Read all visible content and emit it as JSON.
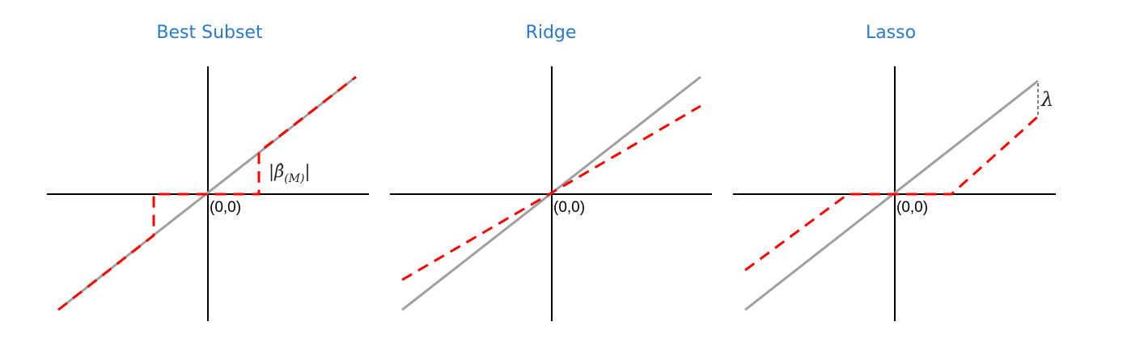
{
  "panels": [
    {
      "title": "Best Subset",
      "origin_label": "(0,0)",
      "annotation": "|β̂(M)|"
    },
    {
      "title": "Ridge",
      "origin_label": "(0,0)"
    },
    {
      "title": "Lasso",
      "origin_label": "(0,0)",
      "annotation": "λ"
    }
  ],
  "colors": {
    "title": "#2b7bcb",
    "identity_line": "#a0a0a0",
    "estimate_line": "#ff0000",
    "axes": "#000000"
  }
}
